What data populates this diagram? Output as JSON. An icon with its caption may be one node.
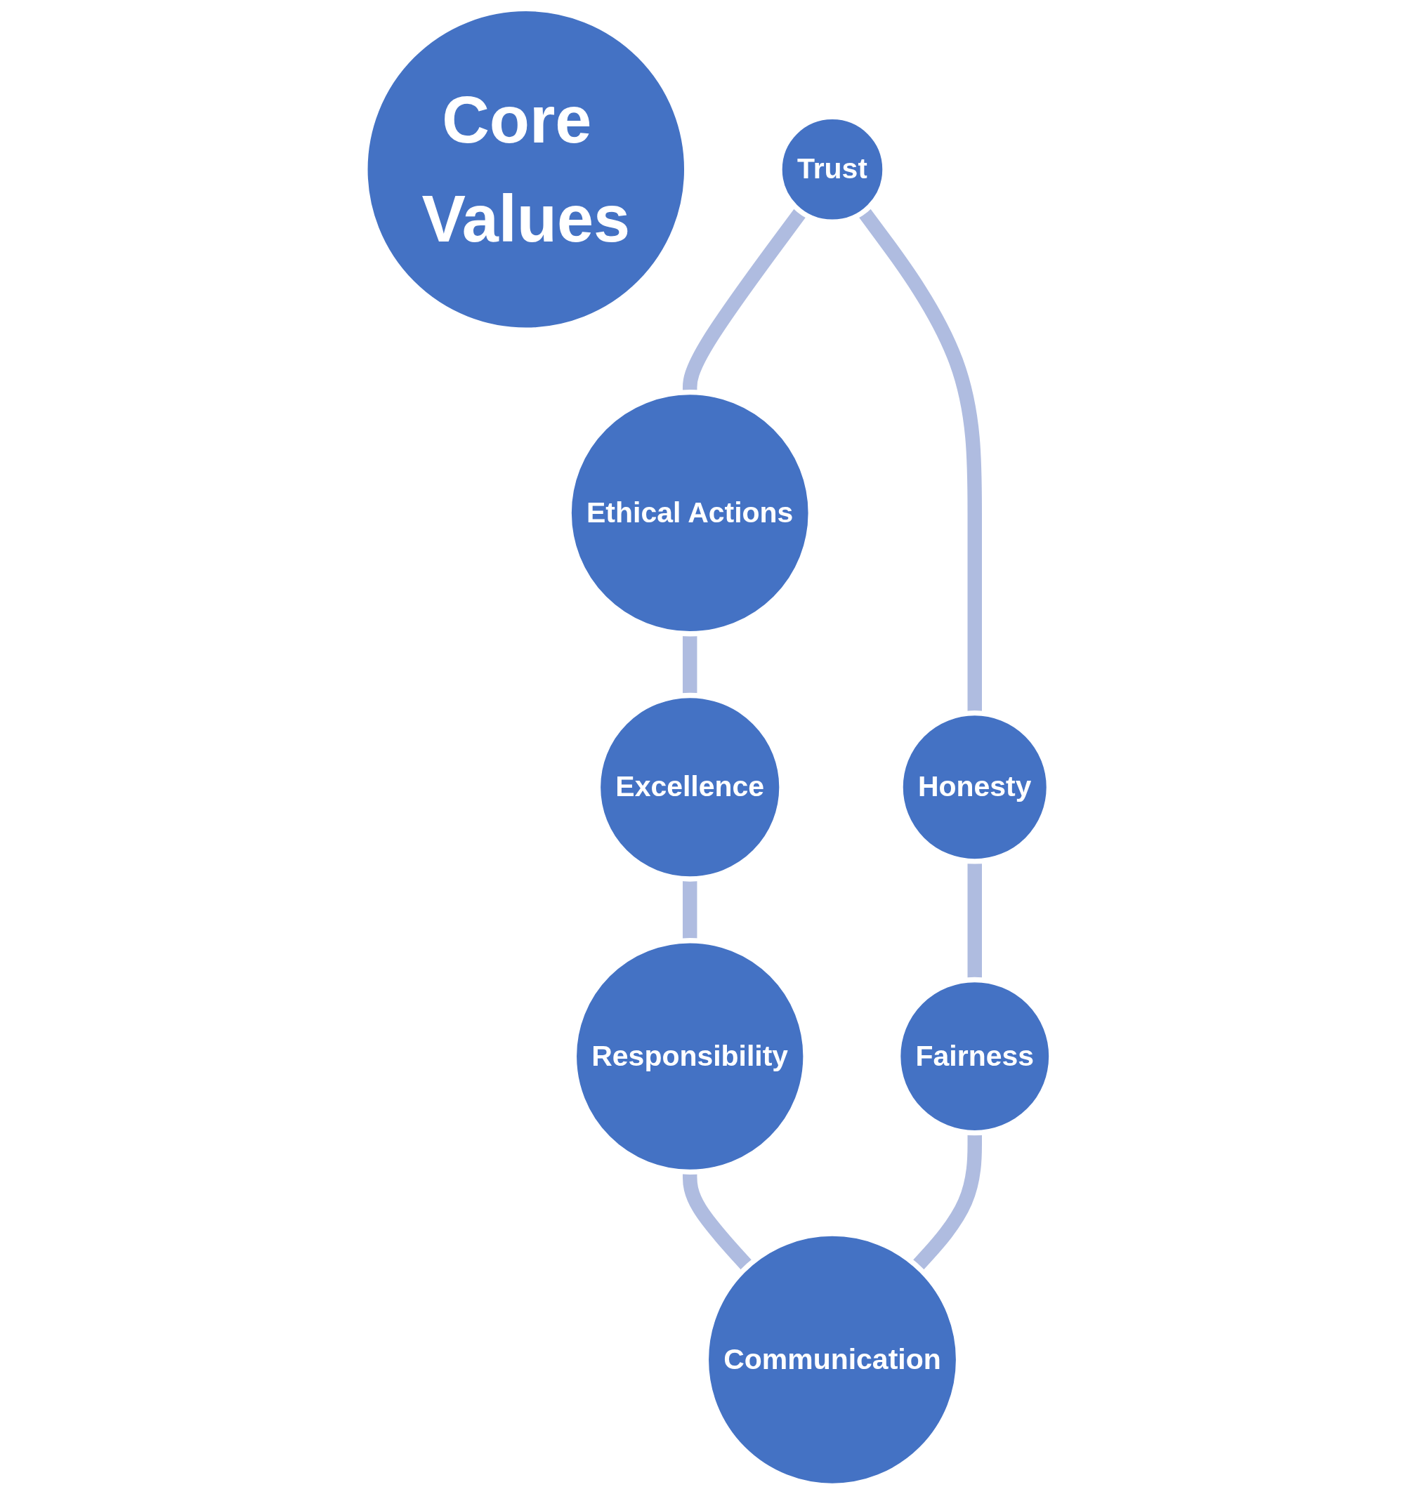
{
  "diagram": {
    "nodes": [
      {
        "text": [
          "Core Values"
        ]
      },
      {
        "text": [
          "Trust"
        ]
      },
      {
        "text": [
          "Honesty"
        ]
      },
      {
        "text": [
          "Fairness"
        ]
      },
      {
        "text": [
          "Communication"
        ]
      },
      {
        "text": [
          "Responsibility"
        ]
      },
      {
        "text": [
          "Excellence"
        ]
      },
      {
        "text": [
          "Ethical Actions"
        ]
      }
    ],
    "edges": [
      {
        "from": 1,
        "to": 7,
        "arrow": "none"
      },
      {
        "from": 7,
        "to": 6,
        "arrow": "none"
      },
      {
        "from": 6,
        "to": 5,
        "arrow": "none"
      },
      {
        "from": 5,
        "to": 4,
        "arrow": "none"
      },
      {
        "from": 1,
        "to": 2,
        "arrow": "none"
      },
      {
        "from": 2,
        "to": 3,
        "arrow": "none"
      },
      {
        "from": 3,
        "to": 4,
        "arrow": "none"
      }
    ]
  }
}
